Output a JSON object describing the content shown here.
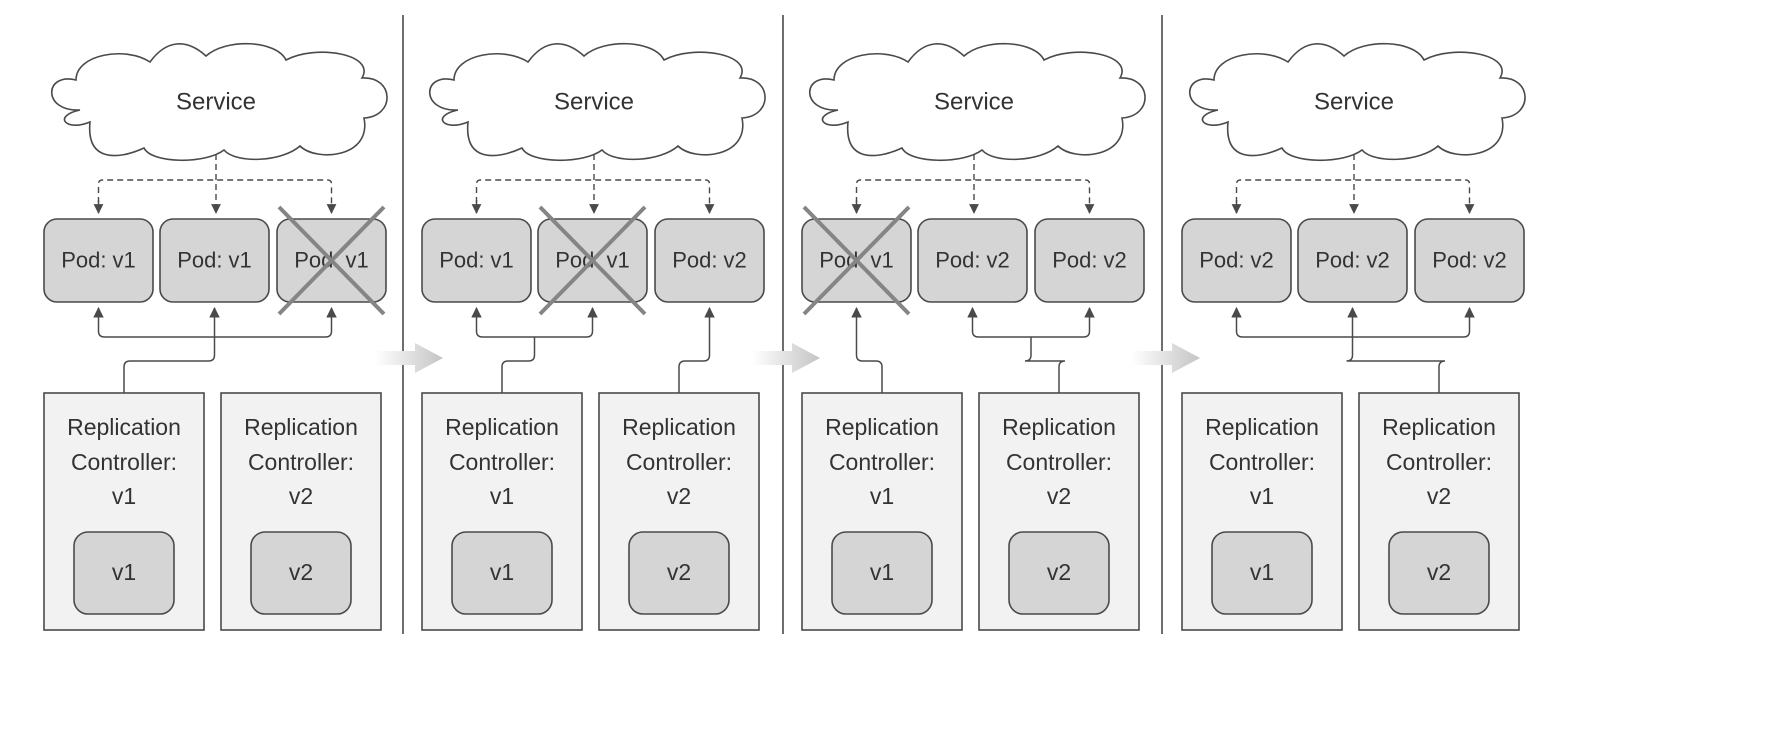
{
  "colors": {
    "stroke": "#4a4a4a",
    "pod_fill": "#d5d5d5",
    "rc_fill": "#f2f2f2",
    "cross": "#858585",
    "transition_arrow": "#c4c4c4",
    "text": "#333333"
  },
  "panels": [
    {
      "service_label": "Service",
      "pods": [
        {
          "label": "Pod: v1",
          "crossed": false
        },
        {
          "label": "Pod: v1",
          "crossed": false
        },
        {
          "label": "Pod: v1",
          "crossed": true
        }
      ],
      "controllers": [
        {
          "title_line1": "Replication",
          "title_line2": "Controller:",
          "version": "v1",
          "template_label": "v1",
          "owns_pods": [
            0,
            1,
            2
          ]
        },
        {
          "title_line1": "Replication",
          "title_line2": "Controller:",
          "version": "v2",
          "template_label": "v2",
          "owns_pods": []
        }
      ]
    },
    {
      "service_label": "Service",
      "pods": [
        {
          "label": "Pod: v1",
          "crossed": false
        },
        {
          "label": "Pod: v1",
          "crossed": true
        },
        {
          "label": "Pod: v2",
          "crossed": false
        }
      ],
      "controllers": [
        {
          "title_line1": "Replication",
          "title_line2": "Controller:",
          "version": "v1",
          "template_label": "v1",
          "owns_pods": [
            0,
            1
          ]
        },
        {
          "title_line1": "Replication",
          "title_line2": "Controller:",
          "version": "v2",
          "template_label": "v2",
          "owns_pods": [
            2
          ]
        }
      ]
    },
    {
      "service_label": "Service",
      "pods": [
        {
          "label": "Pod: v1",
          "crossed": true
        },
        {
          "label": "Pod: v2",
          "crossed": false
        },
        {
          "label": "Pod: v2",
          "crossed": false
        }
      ],
      "controllers": [
        {
          "title_line1": "Replication",
          "title_line2": "Controller:",
          "version": "v1",
          "template_label": "v1",
          "owns_pods": [
            0
          ]
        },
        {
          "title_line1": "Replication",
          "title_line2": "Controller:",
          "version": "v2",
          "template_label": "v2",
          "owns_pods": [
            1,
            2
          ]
        }
      ]
    },
    {
      "service_label": "Service",
      "pods": [
        {
          "label": "Pod: v2",
          "crossed": false
        },
        {
          "label": "Pod: v2",
          "crossed": false
        },
        {
          "label": "Pod: v2",
          "crossed": false
        }
      ],
      "controllers": [
        {
          "title_line1": "Replication",
          "title_line2": "Controller:",
          "version": "v1",
          "template_label": "v1",
          "owns_pods": []
        },
        {
          "title_line1": "Replication",
          "title_line2": "Controller:",
          "version": "v2",
          "template_label": "v2",
          "owns_pods": [
            0,
            1,
            2
          ]
        }
      ]
    }
  ],
  "transitions": 3
}
